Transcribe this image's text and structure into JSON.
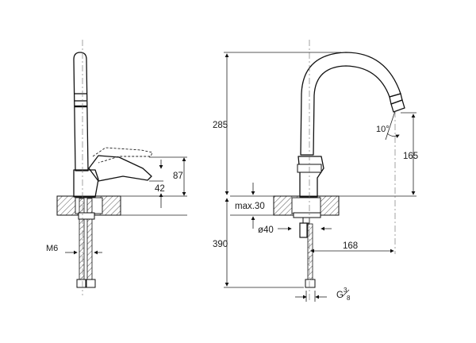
{
  "drawing": {
    "side_view": {
      "dimensions": {
        "handle_height": "87",
        "base_height": "42",
        "thread": "M6"
      }
    },
    "front_view": {
      "dimensions": {
        "total_height": "285",
        "spout_height": "165",
        "tilt_angle": "10°",
        "deck_thickness": "max.30",
        "hole_diameter": "ø40",
        "hose_length": "390",
        "spout_reach": "168",
        "connection_thread": "G",
        "connection_thread_fraction_num": "3",
        "connection_thread_fraction_den": "8"
      }
    }
  }
}
